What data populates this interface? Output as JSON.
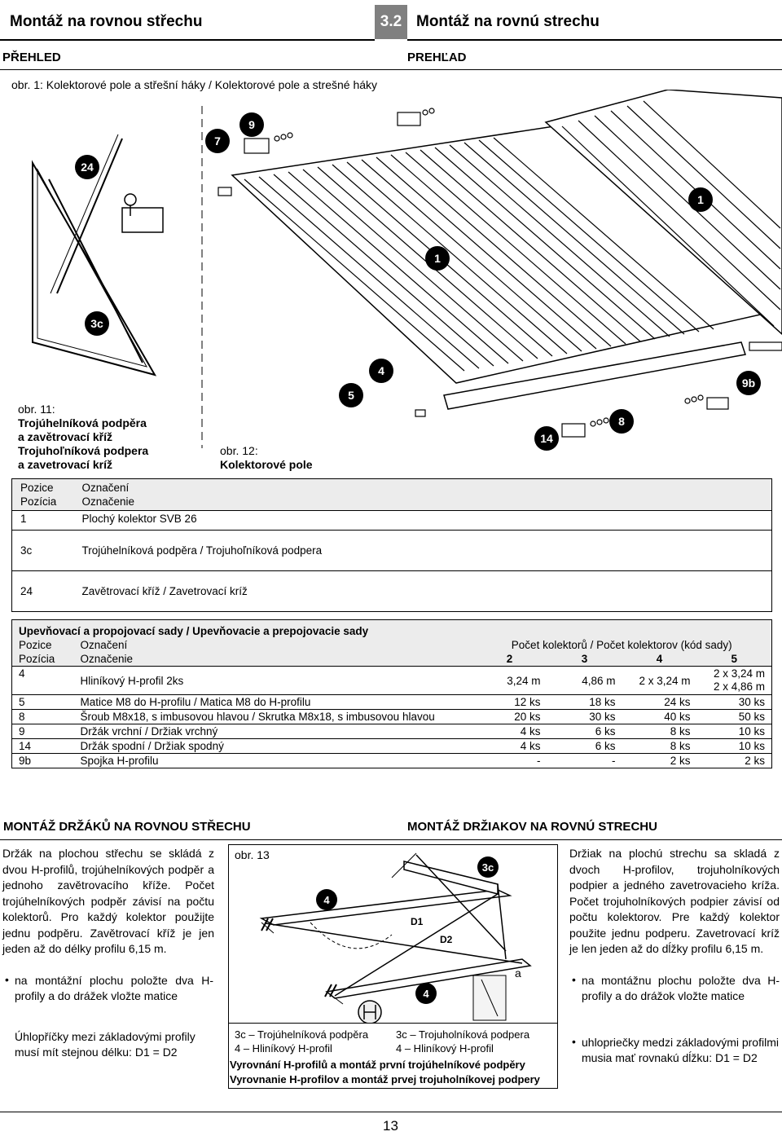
{
  "header": {
    "title_cz": "Montáž na rovnou střechu",
    "section_num": "3.2",
    "title_sk": "Montáž na rovnú strechu",
    "sub_cz": "PŘEHLED",
    "sub_sk": "PREHĽAD"
  },
  "fig1_caption": "obr. 1: Kolektorové pole a střešní háky / Kolektorové pole a strešné háky",
  "fig11": {
    "line1": "obr. 11:",
    "line2": "Trojúhelníková podpěra",
    "line3": "a zavětrovací kříž",
    "line4": "Trojuhoľníková podpera",
    "line5": "a zavetrovací kríž"
  },
  "fig12": {
    "line1": "obr. 12:",
    "line2": "Kolektorové pole"
  },
  "callouts": [
    "24",
    "7",
    "9",
    "1",
    "1",
    "3c",
    "4",
    "5",
    "9b",
    "8",
    "14"
  ],
  "table1": {
    "head_pos1": "Pozice",
    "head_pos2": "Pozícia",
    "head_oz1": "Označení",
    "head_oz2": "Označenie",
    "rows": [
      {
        "pos": "1",
        "name": "Plochý kolektor SVB 26"
      },
      {
        "pos": "3c",
        "name": "Trojúhelníková podpěra / Trojuhoľníková podpera"
      },
      {
        "pos": "24",
        "name": "Zavětrovací kříž / Zavetrovací kríž"
      }
    ]
  },
  "table2": {
    "title": "Upevňovací a propojovací sady / Upevňovacie a prepojovacie sady",
    "head_pos1": "Pozice",
    "head_pos2": "Pozícia",
    "head_oz1": "Označení",
    "head_oz2": "Označenie",
    "head_count": "Počet kolektorů / Počet kolektorov (kód sady)",
    "cols": [
      "2",
      "3",
      "4",
      "5"
    ],
    "row4": {
      "pos": "4",
      "name": "Hliníkový H-profil 2ks",
      "c2": "3,24 m",
      "c3": "4,86 m",
      "c4": "2 x 3,24 m",
      "c5a": "2 x 3,24 m",
      "c5b": "2 x 4,86 m"
    },
    "rows": [
      {
        "pos": "5",
        "name": "Matice M8 do H-profilu / Matica M8 do H-profilu",
        "c2": "12 ks",
        "c3": "18 ks",
        "c4": "24 ks",
        "c5": "30 ks"
      },
      {
        "pos": "8",
        "name": "Šroub M8x18, s imbusovou hlavou / Skrutka M8x18, s imbusovou hlavou",
        "c2": "20 ks",
        "c3": "30 ks",
        "c4": "40 ks",
        "c5": "50 ks"
      },
      {
        "pos": "9",
        "name": "Držák vrchní / Držiak vrchný",
        "c2": "4 ks",
        "c3": "6 ks",
        "c4": "8 ks",
        "c5": "10 ks"
      },
      {
        "pos": "14",
        "name": "Držák spodní / Držiak spodný",
        "c2": "4 ks",
        "c3": "6 ks",
        "c4": "8 ks",
        "c5": "10 ks"
      },
      {
        "pos": "9b",
        "name": "Spojka H-profilu",
        "c2": "-",
        "c3": "-",
        "c4": "2 ks",
        "c5": "2 ks"
      }
    ]
  },
  "section2": {
    "title_cz": "MONTÁŽ DRŽÁKŮ NA ROVNOU STŘECHU",
    "title_sk": "MONTÁŽ DRŽIAKOV NA ROVNÚ STRECHU",
    "left_p1": "Držák na plochou střechu se skládá z dvou H-profilů, trojúhelníkových podpěr a jednoho zavětrovacího kříže. Počet trojúhelníkových podpěr závisí na počtu kolektorů. Pro každý kolektor použijte jednu podpěru. Zavětrovací kříž je jen jeden až do délky profilu 6,15 m.",
    "left_bullet": "na montážní plochu položte dva H-profily a do drážek vložte matice",
    "left_p2": "Úhlopříčky mezi základovými profily musí mít stejnou délku: D1 = D2",
    "fig13_label": "obr. 13",
    "fig13_callouts": [
      "3c",
      "4",
      "4"
    ],
    "fig13_d1": "D1",
    "fig13_d2": "D2",
    "fig13_a": "a",
    "legend_cz_1": "3c – Trojúhelníková podpěra",
    "legend_cz_2": "4 – Hliníkový H-profil",
    "legend_sk_1": "3c – Trojuholníková podpera",
    "legend_sk_2": "4 – Hliníkový H-profil",
    "caption_cz": "Vyrovnání H-profilů a montáž první trojúhelníkové podpěry",
    "caption_sk": "Vyrovnanie H-profilov a montáž prvej trojuholníkovej podpery",
    "right_p1": "Držiak na plochú strechu sa skladá z dvoch H-profilov, trojuholníkových podpier a jedného zavetrovacieho kríža. Počet trojuholníkových podpier závisí od počtu kolektorov. Pre každý kolektor použite jednu podperu. Zavetrovací kríž je len jeden až do dĺžky profilu 6,15 m.",
    "right_bullet1": "na montážnu plochu položte dva H-profily a do drážok vložte matice",
    "right_bullet2": "uhlopriečky medzi základovými profilmi musia mať rovnakú dĺžku: D1 = D2"
  },
  "page_number": "13"
}
